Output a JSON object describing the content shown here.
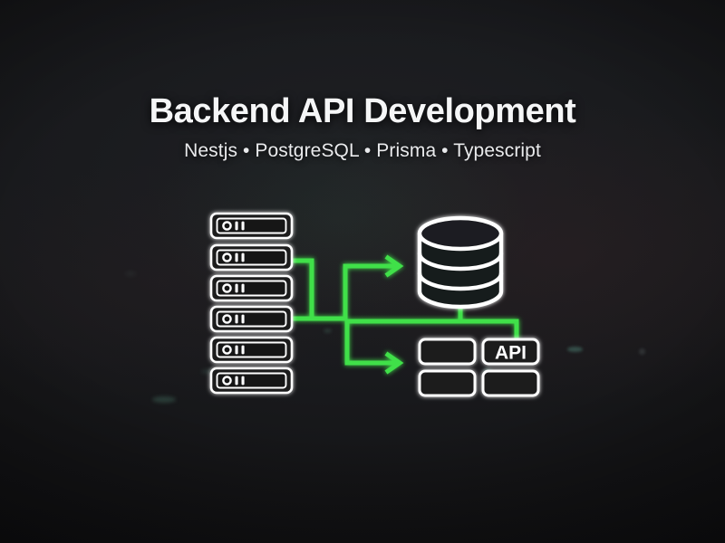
{
  "slide": {
    "title": "Backend API Development",
    "subtitle": "Nestjs • PostgreSQL • Prisma • Typescript",
    "tech_stack": [
      "Nestjs",
      "PostgreSQL",
      "Prisma",
      "Typescript"
    ],
    "separator": "•"
  },
  "colors": {
    "background": "#141417",
    "title_text": "#f5f6f7",
    "subtitle_text": "#e9eaec",
    "diagram_stroke": "#ffffff",
    "accent_green": "#3fe048",
    "box_fill": "#1b1c1f"
  },
  "diagram": {
    "servers": {
      "label": "server-stack",
      "count": 6,
      "indicator": "power-and-bars"
    },
    "database": {
      "label": "database-cylinder",
      "bands": 3
    },
    "api_grid": {
      "label": "api-service-grid",
      "rows": 2,
      "columns": 2,
      "cells": [
        "",
        "API",
        "",
        ""
      ]
    },
    "connectors": [
      {
        "name": "servers-to-database",
        "direction": "right",
        "arrow": true
      },
      {
        "name": "servers-to-api",
        "direction": "right",
        "arrow": true
      },
      {
        "name": "database-to-api",
        "direction": "down",
        "arrow": false
      }
    ]
  }
}
